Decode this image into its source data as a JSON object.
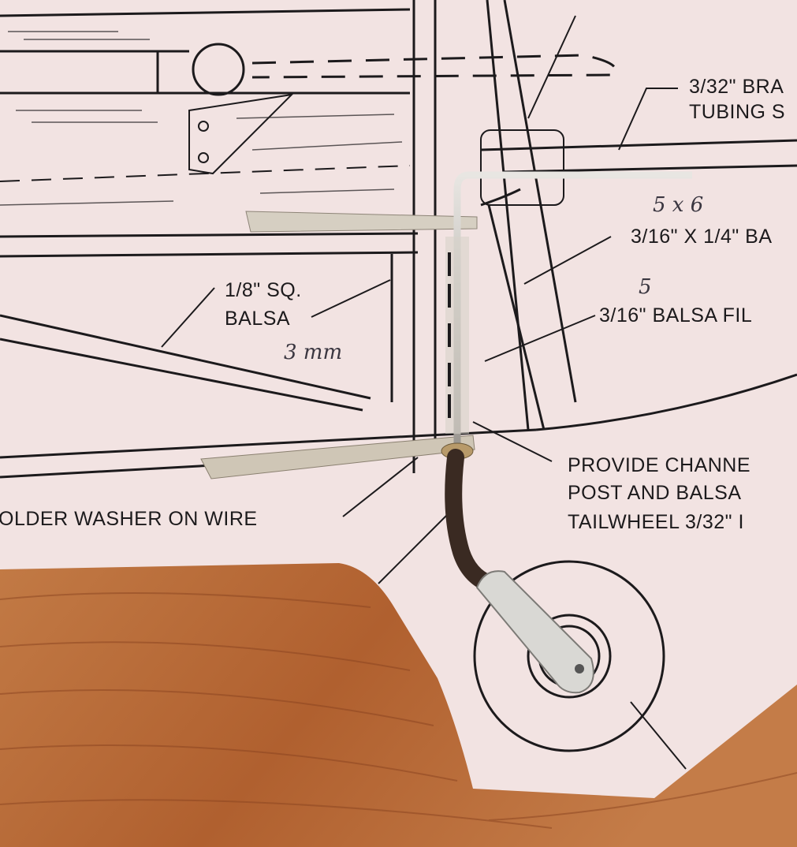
{
  "labels": {
    "brass_tubing_1": "3/32\" BRA",
    "brass_tubing_2": "TUBING S",
    "balsa_strip": "3/16\" X 1/4\" BA",
    "sq_balsa_1": "1/8\" SQ.",
    "sq_balsa_2": "BALSA",
    "balsa_fill": "3/16\" BALSA FIL",
    "provide_1": "PROVIDE CHANNE",
    "provide_2": "POST AND BALSA",
    "provide_3": "TAILWHEEL 3/32\" I",
    "solder": "OLDER WASHER ON WIRE"
  },
  "handwritten": {
    "dims": "5 x 6",
    "five": "5",
    "three_mm": "3 mm"
  },
  "colors": {
    "paper": "#f2e3e2",
    "wood": "#b86a38",
    "ink": "#1c1a1c",
    "metal": "#c9c6c2",
    "wrap": "#3a2a22"
  }
}
